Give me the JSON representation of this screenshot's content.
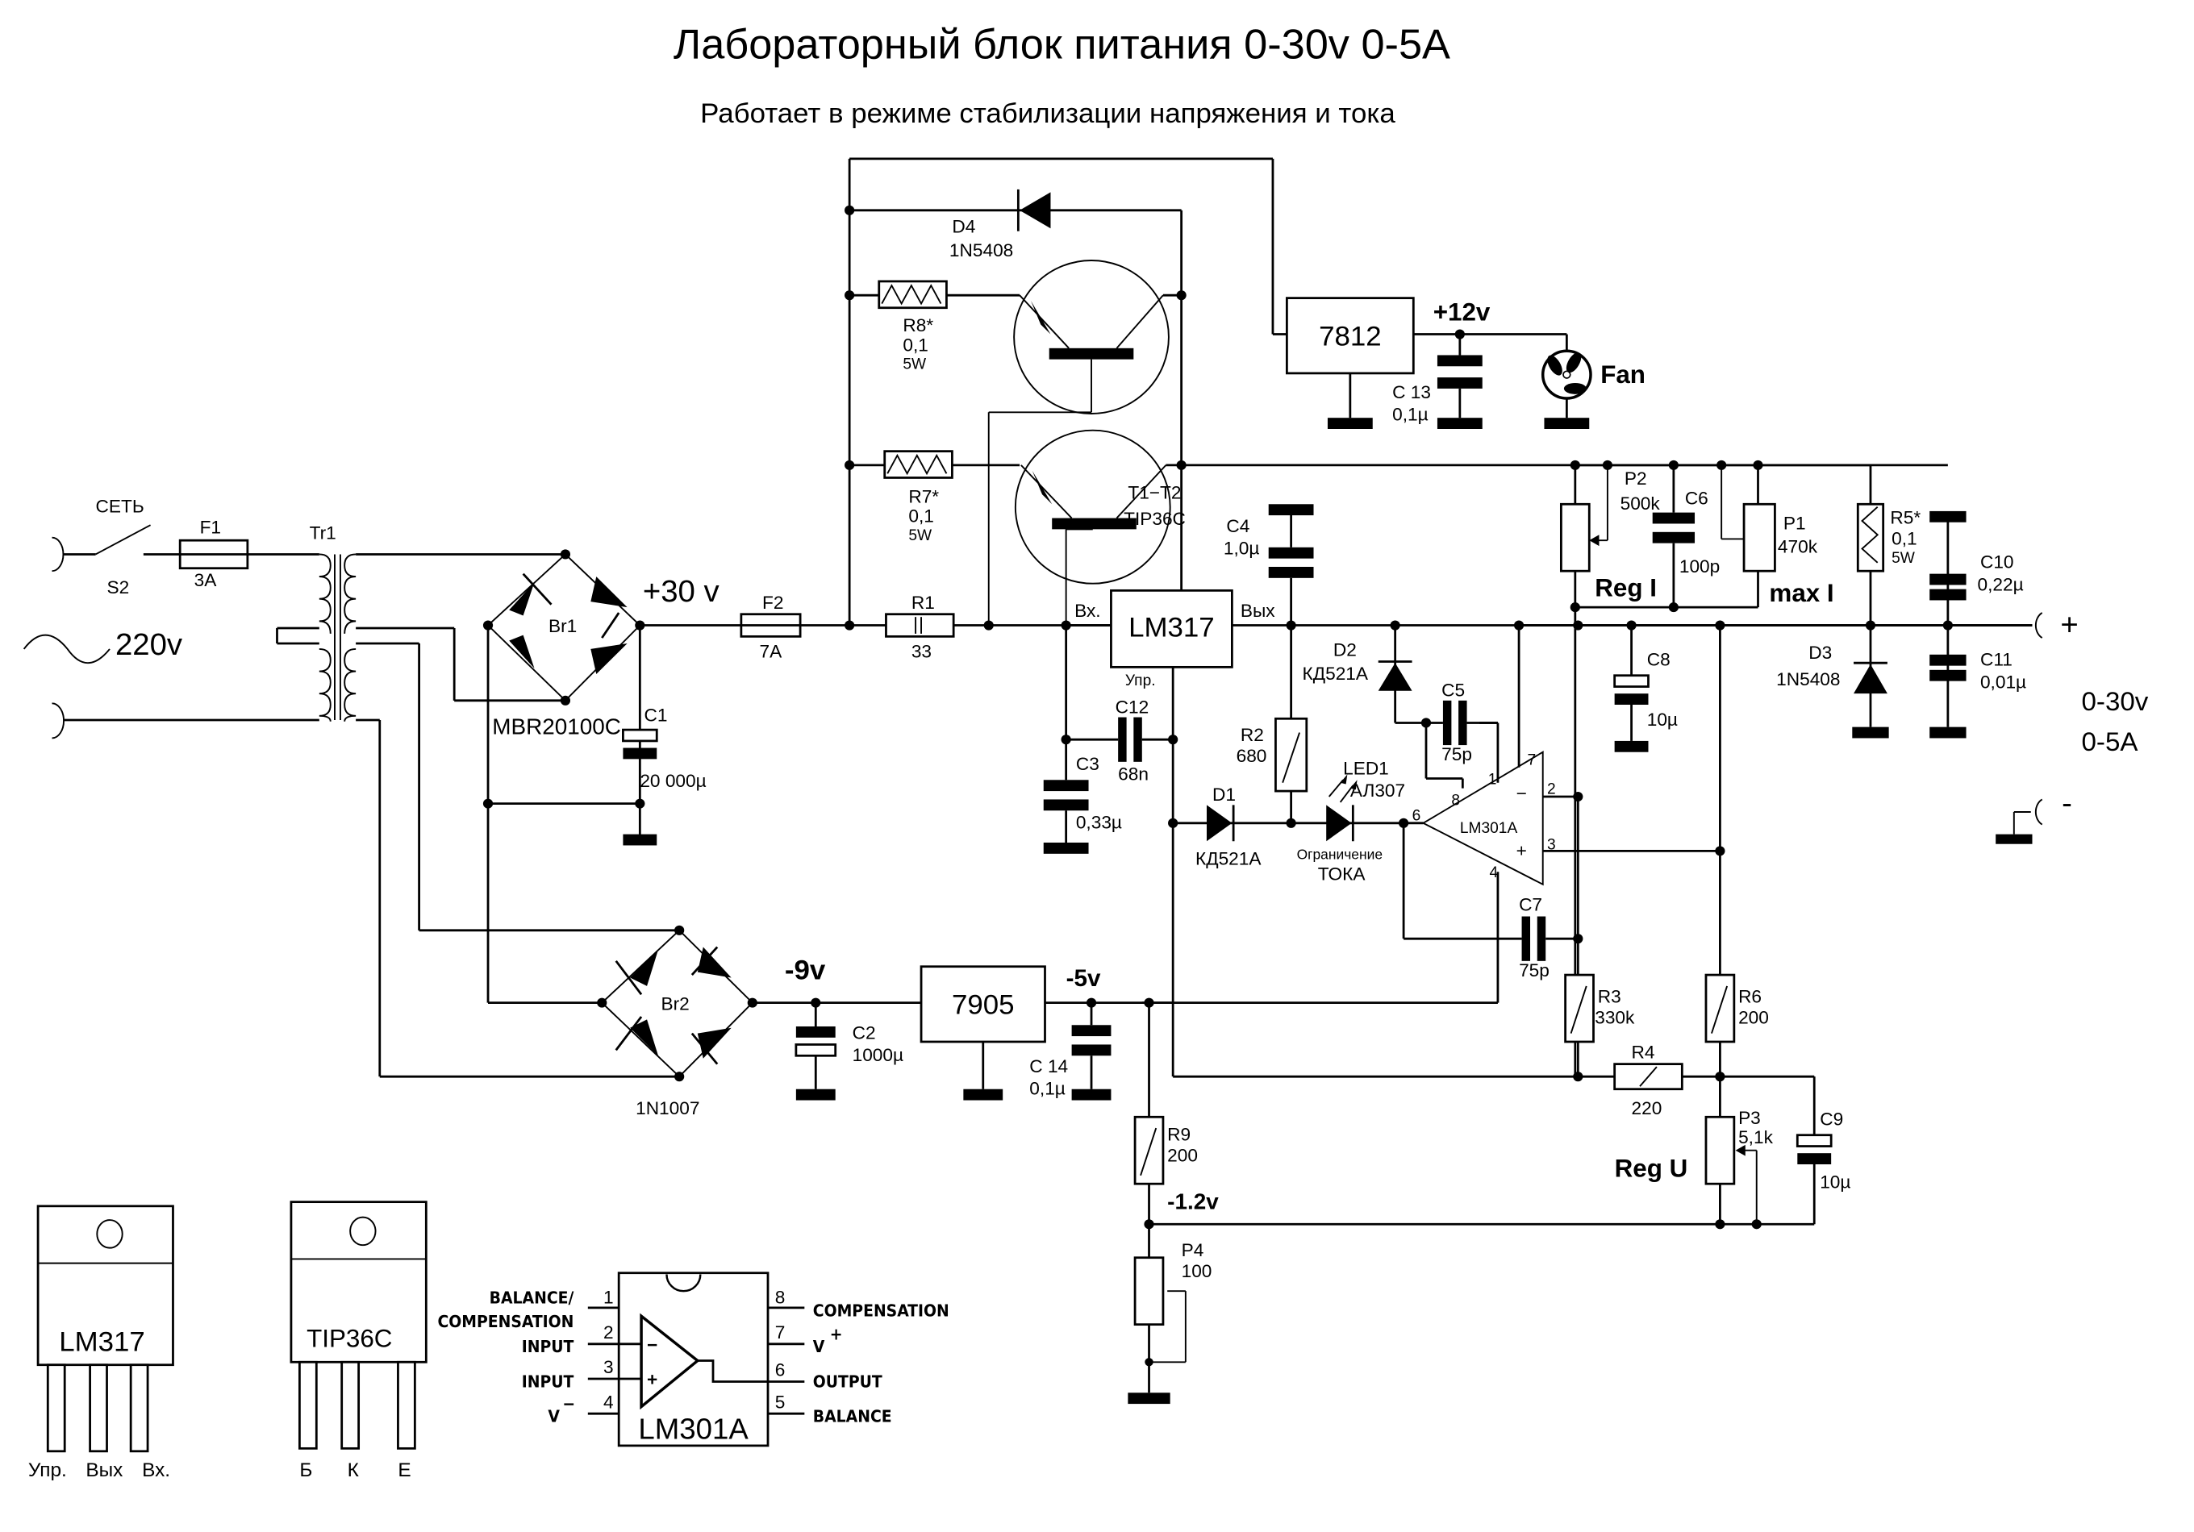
{
  "header": {
    "title": "Лабораторный блок питания  0-30v  0-5A",
    "subtitle": "Работает в режиме стабилизации напряжения и тока"
  },
  "input": {
    "mains_label": "СЕТЬ",
    "switch": "S2",
    "voltage": "220v",
    "fuse1": {
      "ref": "F1",
      "value": "3A"
    },
    "transformer": "Tr1"
  },
  "rectifier_main": {
    "ref": "Br1",
    "part": "MBR20100C",
    "rail_label": "+30 v",
    "cap": {
      "ref": "C1",
      "value": "20 000µ"
    }
  },
  "fuse2": {
    "ref": "F2",
    "value": "7A"
  },
  "r1": {
    "ref": "R1",
    "value": "33"
  },
  "pass_transistors": {
    "r8": {
      "ref": "R8*",
      "value": "0,1",
      "power": "5W"
    },
    "r7": {
      "ref": "R7*",
      "value": "0,1",
      "power": "5W"
    },
    "ref": "T1−T2",
    "part": "TIP36C"
  },
  "d4": {
    "ref": "D4",
    "part": "1N5408"
  },
  "fan_supply": {
    "regulator": "7812",
    "rail_label": "+12v",
    "cap": {
      "ref": "C 13",
      "value": "0,1µ"
    },
    "fan_label": "Fan"
  },
  "lm317": {
    "label": "LM317",
    "in": "Вх.",
    "out": "Вых",
    "adj": "Упр."
  },
  "c4": {
    "ref": "C4",
    "value": "1,0µ"
  },
  "c3": {
    "ref": "C3",
    "value": "0,33µ"
  },
  "c12": {
    "ref": "C12",
    "value": "68n"
  },
  "r2": {
    "ref": "R2",
    "value": "680"
  },
  "d1": {
    "ref": "D1",
    "part": "КД521А"
  },
  "d2": {
    "ref": "D2",
    "part": "КД521А"
  },
  "led1": {
    "ref": "LED1",
    "part": "АЛ307",
    "note1": "Ограничение",
    "note2": "ТОКА"
  },
  "c5": {
    "ref": "C5",
    "value": "75p"
  },
  "c7": {
    "ref": "C7",
    "value": "75p"
  },
  "opamp": {
    "label": "LM301A",
    "pins": [
      "1",
      "2",
      "3",
      "4",
      "6",
      "7",
      "8"
    ],
    "minus": "−",
    "plus": "+"
  },
  "current_set": {
    "p2": {
      "ref": "P2",
      "value": "500k",
      "name": "Reg I"
    },
    "c6": {
      "ref": "C6",
      "value": "100p"
    },
    "p1": {
      "ref": "P1",
      "value": "470k",
      "name": "max I"
    },
    "r5": {
      "ref": "R5*",
      "value": "0,1",
      "power": "5W"
    }
  },
  "c8": {
    "ref": "C8",
    "value": "10µ"
  },
  "d3": {
    "ref": "D3",
    "part": "1N5408"
  },
  "c10": {
    "ref": "C10",
    "value": "0,22µ"
  },
  "c11": {
    "ref": "C11",
    "value": "0,01µ"
  },
  "output": {
    "plus": "+",
    "minus": "-",
    "range_v": "0-30v",
    "range_a": "0-5A"
  },
  "neg_supply": {
    "bridge": "Br2",
    "bridge_part": "1N1007",
    "rail_label": "-9v",
    "c2": {
      "ref": "C2",
      "value": "1000µ"
    },
    "regulator": "7905",
    "reg_label": "-5v",
    "c14": {
      "ref": "C 14",
      "value": "0,1µ"
    }
  },
  "voltage_set": {
    "r3": {
      "ref": "R3",
      "value": "330k"
    },
    "r6": {
      "ref": "R6",
      "value": "200"
    },
    "r4": {
      "ref": "R4",
      "value": "220"
    },
    "p3": {
      "ref": "P3",
      "value": "5,1k",
      "name": "Reg U"
    },
    "c9": {
      "ref": "C9",
      "value": "10µ"
    },
    "r9": {
      "ref": "R9",
      "value": "200"
    },
    "p4": {
      "ref": "P4",
      "value": "100"
    },
    "ref_label": "-1.2v"
  },
  "packages": {
    "lm317": {
      "label": "LM317",
      "pins": [
        "Упр.",
        "Вых",
        "Вх."
      ]
    },
    "tip36c": {
      "label": "TIP36C",
      "pins": [
        "Б",
        "К",
        "Е"
      ]
    },
    "lm301a": {
      "label": "LM301A",
      "left": [
        {
          "num": "1",
          "name1": "BALANCE/",
          "name2": "COMPENSATION"
        },
        {
          "num": "2",
          "name": "INPUT"
        },
        {
          "num": "3",
          "name": "INPUT"
        },
        {
          "num": "4",
          "name": "V"
        }
      ],
      "right": [
        {
          "num": "8",
          "name": "COMPENSATION"
        },
        {
          "num": "7",
          "name": "V"
        },
        {
          "num": "6",
          "name": "OUTPUT"
        },
        {
          "num": "5",
          "name": "BALANCE"
        }
      ],
      "vplus_sup": "+",
      "vminus_sup": "−"
    }
  }
}
